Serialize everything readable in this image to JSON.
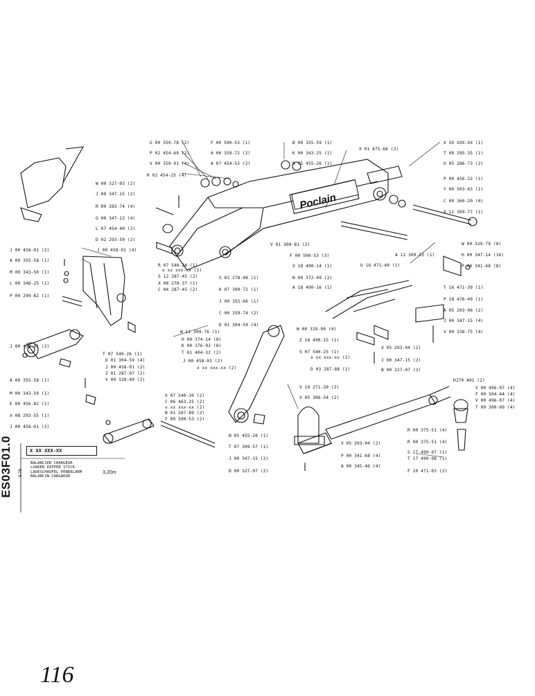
{
  "document": {
    "code": "ES03F01.0",
    "title_box": "X XX XXX-XX",
    "titles": [
      "BALANCIER CHARGEUR",
      "LOADER DIPPER STICK",
      "LADESCHAUFEL PENDELARM",
      "BALANCIN CARGADOR"
    ],
    "size": "3,20m",
    "date": "9-79",
    "brand": "Poclain",
    "page_number": "116",
    "ref_code": "HJ70 A01 (2)"
  },
  "labels": [
    "G 00 359-78 (2)",
    "P 02 454-69 (2)",
    "V 00 359-91 (4)",
    "R 02 454-25 (4)",
    "W 00 327-03 (2)",
    "J 00 347-15 (2)",
    "R 00 283-74 (4)",
    "G 00 347-13 (4)",
    "L 07 454-40 (2)",
    "D 02 293-59 (2)",
    "J 00 458-01 (4)",
    "J 00 458-01 (2)",
    "A 00 355-58 (1)",
    "M 00 343-50 (1)",
    "L 00 346-25 (1)",
    "P 00 299-82 (1)",
    "F 00 500-53 (1)",
    "A 00 359-72 (2)",
    "A 07 454-53 (2)",
    "B 00 355-59 (1)",
    "K 00 343-25 (1)",
    "N 05 455-26 (1)",
    "X 01 475-66 (2)",
    "X XX XXX-XX (1)",
    "T 08 295-35 (1)",
    "U 05 286-73 (2)",
    "P 00 456-22 (1)",
    "Y 00 503-43 (1)",
    "C 00 360-20 (4)",
    "X 11 309-77 (1)",
    "V 01 309-81 (2)",
    "F 00 500-53 (3)",
    "A 11 309-33 (1)",
    "N 00 372-49 (2)",
    "U 16 471-40 (1)",
    "X 18 490-14 (1)",
    "A 18 490-16 (1)",
    "W 00 329-79 (8)",
    "H 00 347-14 (16)",
    "P 00 341-68 (8)",
    "T 16 471-39 (1)",
    "P 18 476-49 (1)",
    "A 05 203-06 (2)",
    "J 00 347-15 (4)",
    "V 00 338-75 (4)",
    "W 00 319-90 (4)",
    "Z 18 490-15 (1)",
    "X 05 203-04 (2)",
    "S 07 540-25 (1)",
    "J 00 347-15 (2)",
    "B 00 327-07 (2)",
    "R 07 540-24 (1)",
    "x xx xxx-xx (1)",
    "S 12 287-45 (2)",
    "X 08 278-37 (1)",
    "C 04 287-45 (2)",
    "S 02 278-08 (1)",
    "K 07 309-72 (1)",
    "J 00 355-66 (1)",
    "C 00 359-74 (2)",
    "D 01 304-59 (4)",
    "W 11 309-76 (1)",
    "H 00 374-14 (8)",
    "K 00 376-92 (8)",
    "T 01 404-32 (2)",
    "J 00 458-01 (2)",
    "x xx xxx-xx (2)",
    "T 07 540-26 (1)",
    "D 01 304-59 (4)",
    "J 00 458-01 (2)",
    "Z 01 287-07 (2)",
    "V 00 328-40 (2)",
    "J 00 458-01 (2)",
    "x xx xxx-xx (1)",
    "D 03 287-88 (1)",
    "A 00 355-58 (1)",
    "M 00 343-50 (1)",
    "E 00 456-82 (1)",
    "X 08 293-55 (1)",
    "J 00 458-01 (2)",
    "X 07 540-30 (2)",
    "C 06 463-25 (2)",
    "x xx xxx-xx (2)",
    "N 01 287-89 (2)",
    "F 00 500-53 (2)",
    "N 05 455-26 (1)",
    "T 07 309-57 (1)",
    "J 00 347-15 (2)",
    "B 00 327-07 (2)",
    "V 19 271-20 (2)",
    "X 05 306-54 (2)",
    "X 05 203-04 (2)",
    "P 00 341-68 (4)",
    "A 00 345-46 (4)",
    "R 00 375-51 (4)",
    "R 00 375-51 (4)",
    "S 17 490-97 (1)",
    "T 17 490-98 (1)",
    "F 10 471-03 (2)",
    "V 00 496-07 (4)",
    "F 00 504-44 (4)",
    "V 00 496-07 (4)",
    "T 00 300-09 (4)"
  ]
}
